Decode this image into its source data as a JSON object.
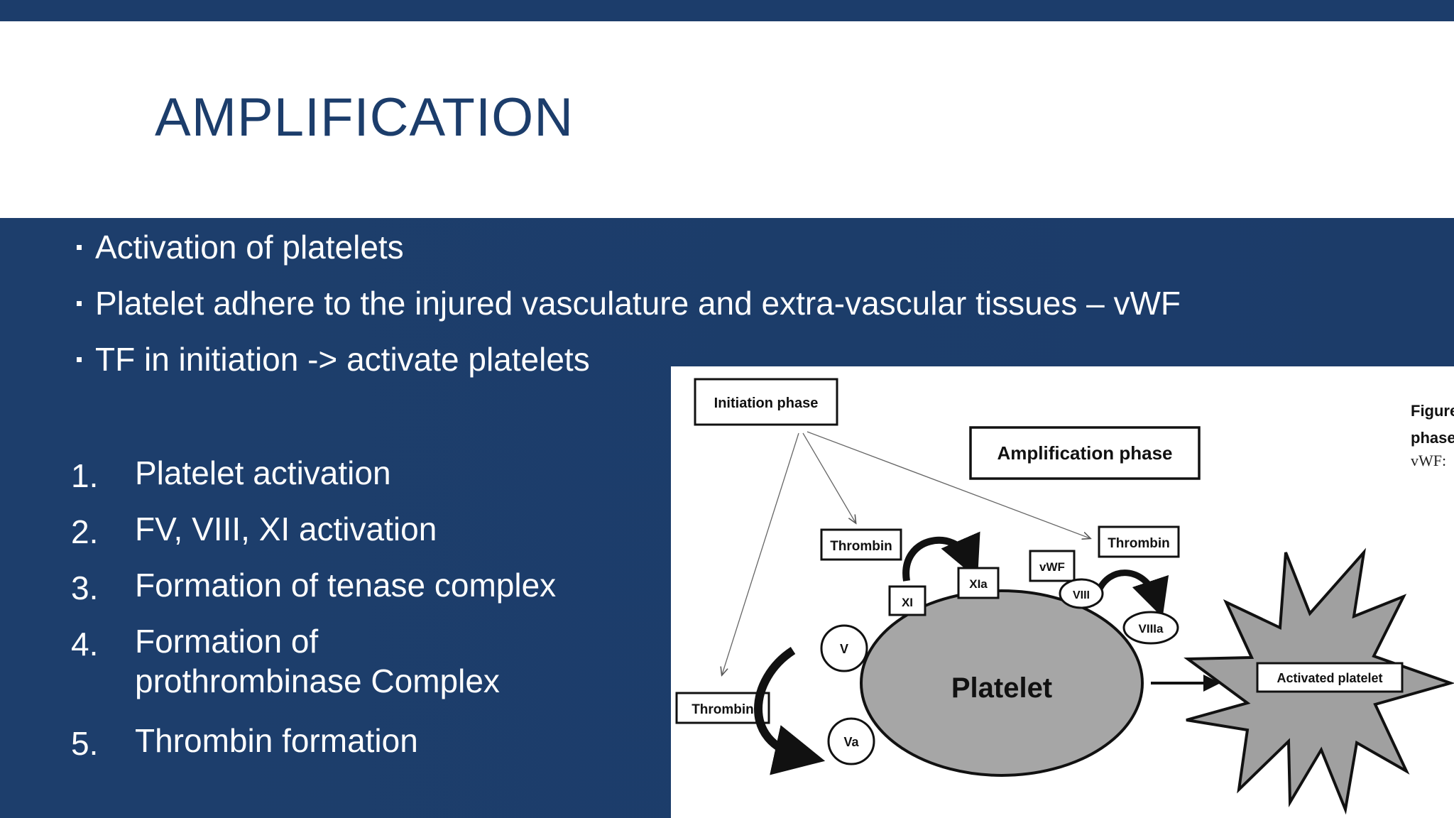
{
  "slide": {
    "title": "AMPLIFICATION",
    "bullets": [
      "Activation of platelets",
      "Platelet adhere to the injured vasculature and extra-vascular tissues – vWF",
      "TF in initiation -> activate platelets"
    ],
    "steps": [
      {
        "num": "1.",
        "text": "Platelet activation"
      },
      {
        "num": "2.",
        "text": "FV, VIII, XI activation"
      },
      {
        "num": "3.",
        "text": "Formation of tenase complex"
      },
      {
        "num": "4.",
        "text": "Formation of prothrombinase Complex"
      },
      {
        "num": "5.",
        "text": "Thrombin formation"
      }
    ]
  },
  "figure": {
    "initiation_phase": "Initiation phase",
    "amplification_phase": "Amplification phase",
    "thrombin_left": "Thrombin",
    "thrombin_center": "Thrombin",
    "thrombin_right": "Thrombin",
    "xi": "XI",
    "xia": "XIa",
    "vwf": "vWF",
    "viii": "VIII",
    "viiia": "VIIIa",
    "v": "V",
    "va": "Va",
    "platelet": "Platelet",
    "activated_platelet": "Activated platelet",
    "caption_line1": "Figure",
    "caption_line2": "phase",
    "caption_line3": "vWF:"
  },
  "colors": {
    "primary": "#1c3d6b",
    "platelet_fill": "#a6a6a6",
    "star_fill": "#a0a0a0"
  }
}
